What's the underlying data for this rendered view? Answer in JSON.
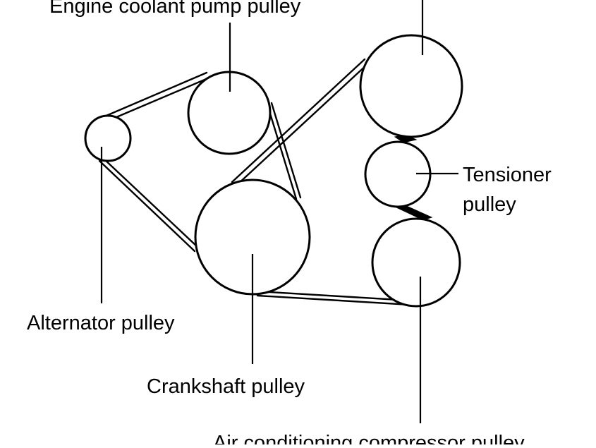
{
  "labels": {
    "coolant_pump": "Engine coolant pump pulley",
    "tensioner_line1": "Tensioner",
    "tensioner_line2": "pulley",
    "alternator": "Alternator pulley",
    "crankshaft": "Crankshaft pulley",
    "ac_compressor": "Air conditioning compressor pulley"
  },
  "colors": {
    "line": "#000000",
    "background": "#ffffff"
  }
}
